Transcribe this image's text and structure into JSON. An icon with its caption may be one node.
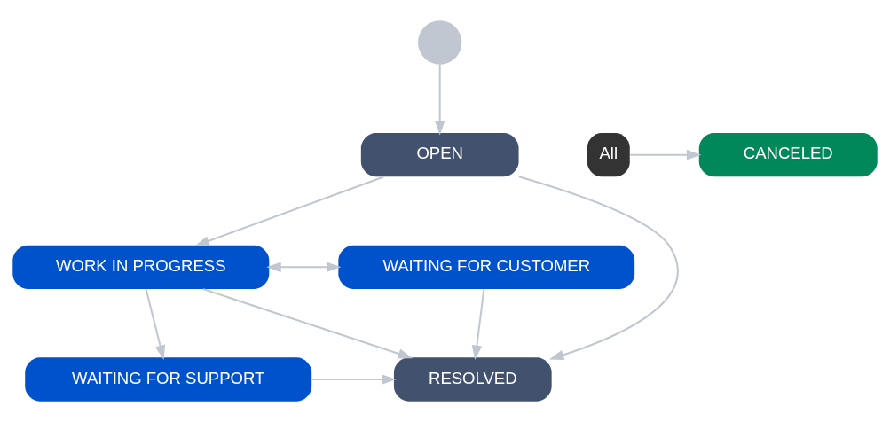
{
  "diagram": {
    "nodes": [
      {
        "text": [],
        "shape": "circle"
      },
      {
        "text": [
          "CANCELED"
        ]
      },
      {
        "text": [
          "All"
        ]
      },
      {
        "text": [
          "OPEN"
        ]
      },
      {
        "text": [
          "WAITING FOR CUSTOMER"
        ]
      },
      {
        "text": [
          "WORK IN PROGRESS"
        ]
      },
      {
        "text": [
          "WAITING FOR SUPPORT"
        ]
      },
      {
        "text": [
          "RESOLVED"
        ]
      }
    ],
    "edges": [
      {
        "from": 0,
        "to": 3,
        "arrow": "to"
      },
      {
        "from": 2,
        "to": 1,
        "arrow": "to"
      },
      {
        "from": 3,
        "to": 5,
        "arrow": "to"
      },
      {
        "from": 3,
        "to": 7,
        "arrow": "to"
      },
      {
        "from": 5,
        "to": 7,
        "arrow": "to"
      },
      {
        "from": 4,
        "to": 5,
        "arrow": "both"
      },
      {
        "from": 5,
        "to": 6,
        "arrow": "to"
      },
      {
        "from": 6,
        "to": 7,
        "arrow": "to"
      },
      {
        "from": 4,
        "to": 7,
        "arrow": "to"
      }
    ]
  }
}
